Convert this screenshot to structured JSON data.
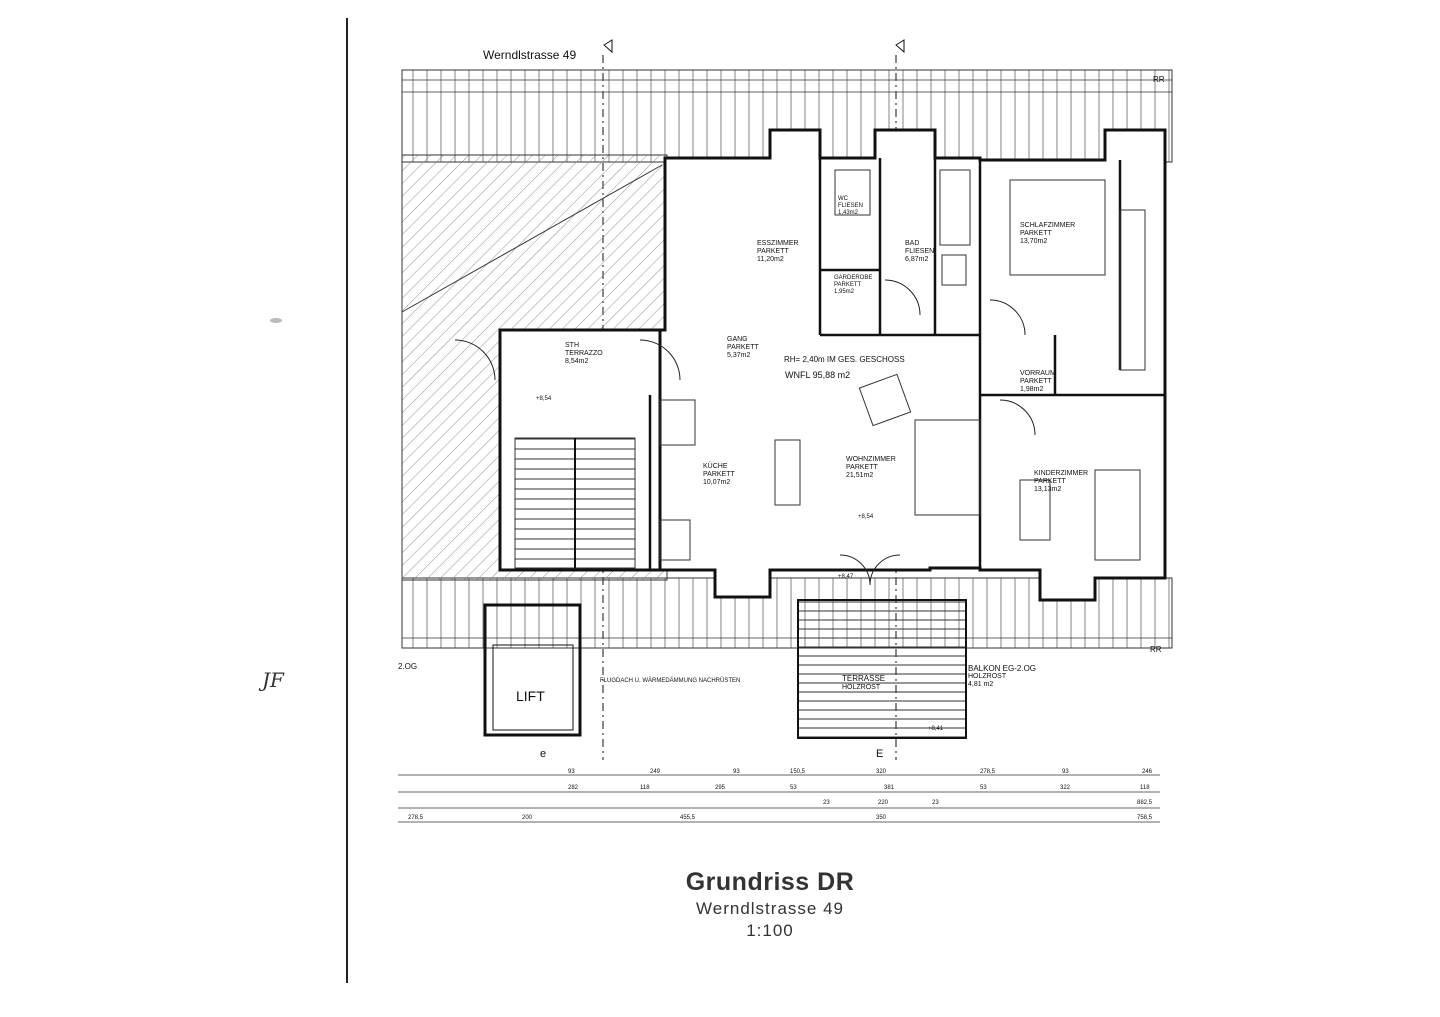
{
  "sheet": {
    "street_top_label": "Werndlstrasse 49",
    "initials": "JF"
  },
  "title": {
    "main": "Grundriss DR",
    "street": "Werndlstrasse 49",
    "scale": "1:100"
  },
  "section_marks": [
    "e",
    "E"
  ],
  "apartment": {
    "total_label": "WNFL 95,88 m2",
    "ceiling_note": "RH= 2,40m IM GES. GESCHOSS"
  },
  "rooms": [
    {
      "name": "ESSZIMMER",
      "floor": "PARKETT",
      "area": "11,20m2"
    },
    {
      "name": "BAD",
      "floor": "FLIESEN",
      "area": "6,87m2"
    },
    {
      "name": "WC",
      "floor": "FLIESEN",
      "area": "1,43m2"
    },
    {
      "name": "GARDEROBE",
      "floor": "PARKETT",
      "area": "1,95m2"
    },
    {
      "name": "SCHLAFZIMMER",
      "floor": "PARKETT",
      "area": "13,70m2"
    },
    {
      "name": "GANG",
      "floor": "PARKETT",
      "area": "5,37m2"
    },
    {
      "name": "STH",
      "floor": "TERRAZZO",
      "area": "8,54m2"
    },
    {
      "name": "VORRAUM",
      "floor": "PARKETT",
      "area": "1,98m2"
    },
    {
      "name": "KÜCHE",
      "floor": "PARKETT",
      "area": "10,07m2"
    },
    {
      "name": "WOHNZIMMER",
      "floor": "PARKETT",
      "area": "21,51m2"
    },
    {
      "name": "KINDERZIMMER",
      "floor": "PARKETT",
      "area": "13,13m2"
    }
  ],
  "elements": {
    "lift": "LIFT",
    "terrace": "TERRASSE",
    "terrace_floor": "HOLZROST",
    "balcony": "BALKON EG-2.OG",
    "balcony_floor": "HOLZROST",
    "balcony_area": "4,81 m2",
    "level_mark": "2.OG",
    "note": "FLUGDACH U. WÄRMEDÄMMUNG NACHRÜSTEN",
    "ref_rr": "RR"
  },
  "dimensions": {
    "row1": [
      "93",
      "249",
      "93",
      "150,5",
      "320",
      "278,5",
      "93",
      "246"
    ],
    "row2": [
      "282",
      "118",
      "295",
      "53",
      "381",
      "53",
      "322",
      "118"
    ],
    "row3": [
      "23",
      "220",
      "23",
      "882,5"
    ],
    "row4": [
      "278,5",
      "200",
      "455,5",
      "350",
      "758,5"
    ],
    "spot_heights": [
      "+8,54",
      "+8,54",
      "+8,47",
      "+8,41"
    ]
  }
}
